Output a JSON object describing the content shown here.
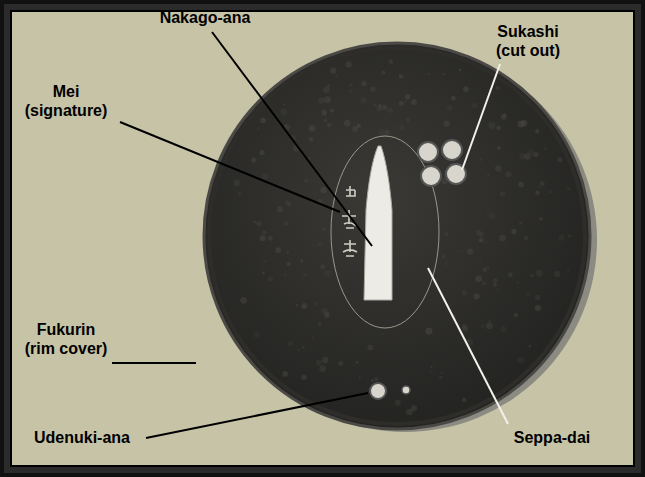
{
  "diagram": {
    "labels": [
      "Nakago-ana",
      "Sukashi (cut out)",
      "Mei (signature)",
      "Fukurin (rim cover)",
      "Udenuki-ana",
      "Seppa-dai"
    ]
  }
}
